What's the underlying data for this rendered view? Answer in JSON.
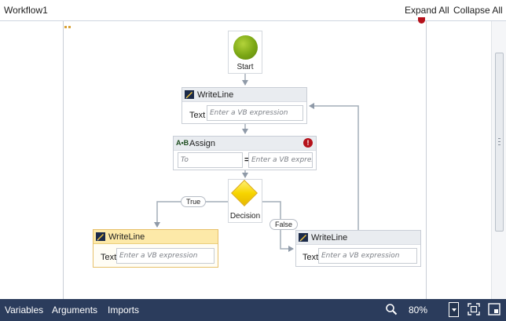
{
  "window": {
    "title": "Workflow1"
  },
  "toolbar": {
    "expand_all": "Expand All",
    "collapse_all": "Collapse All"
  },
  "flowchart": {
    "start": {
      "label": "Start"
    },
    "writeline_top": {
      "title": "WriteLine",
      "field_label": "Text",
      "field_placeholder": "Enter a VB expression"
    },
    "assign": {
      "icon_text": "A•B",
      "title": "Assign",
      "to_placeholder": "To",
      "equals": "=",
      "value_placeholder": "Enter a VB expressio"
    },
    "decision": {
      "label": "Decision",
      "true_label": "True",
      "false_label": "False"
    },
    "writeline_left": {
      "title": "WriteLine",
      "field_label": "Text",
      "field_placeholder": "Enter a VB expression"
    },
    "writeline_right": {
      "title": "WriteLine",
      "field_label": "Text",
      "field_placeholder": "Enter a VB expression"
    }
  },
  "statusbar": {
    "variables": "Variables",
    "arguments": "Arguments",
    "imports": "Imports",
    "zoom": "80%"
  },
  "colors": {
    "statusbar_bg": "#2b3c5c",
    "connector": "#8f9aa8",
    "error": "#b5121b",
    "selected_header": "#fde9a8",
    "start_green": "#7aa614",
    "decision_yellow": "#f7d500"
  },
  "icons": {
    "search": "magnifier-icon",
    "zoom_dropdown": "chevron-down-icon",
    "fit": "fit-to-screen-icon",
    "overview": "overview-icon",
    "error": "error-icon",
    "writeline": "writeline-activity-icon",
    "assign": "assign-activity-icon"
  }
}
